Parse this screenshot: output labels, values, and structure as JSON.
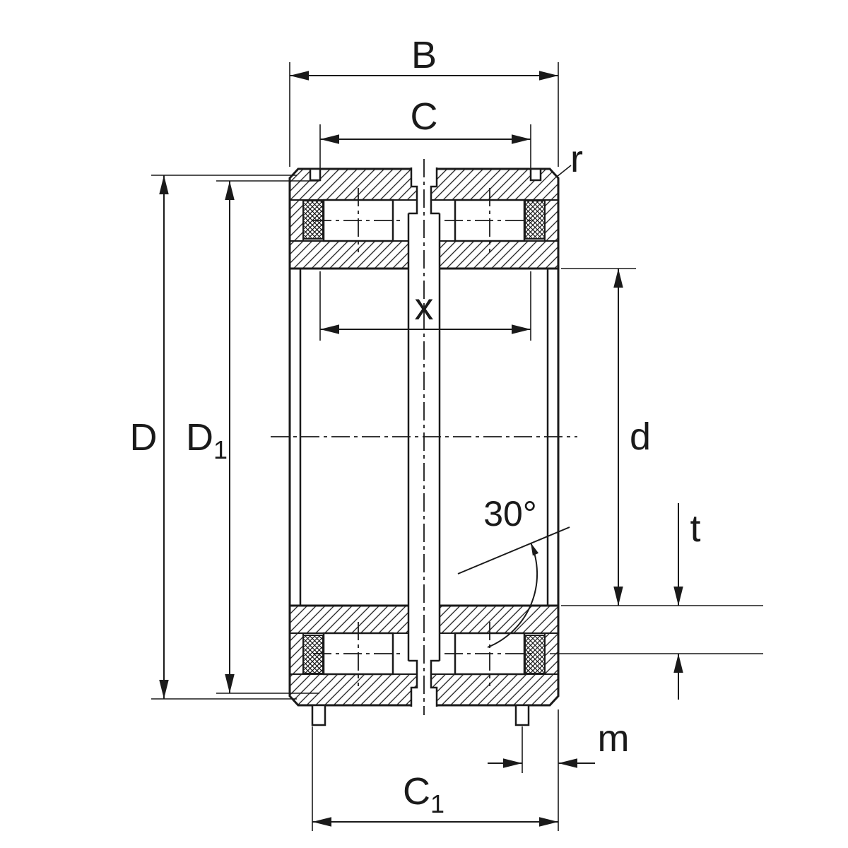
{
  "drawing": {
    "labels": {
      "B": "B",
      "C": "C",
      "r": "r",
      "x": "x",
      "D": "D",
      "D1": {
        "base": "D",
        "sub": "1"
      },
      "d": "d",
      "angle": "30°",
      "t": "t",
      "m": "m",
      "C1": {
        "base": "C",
        "sub": "1"
      }
    },
    "colors": {
      "line": "#1a1a1a",
      "background": "#ffffff"
    }
  }
}
